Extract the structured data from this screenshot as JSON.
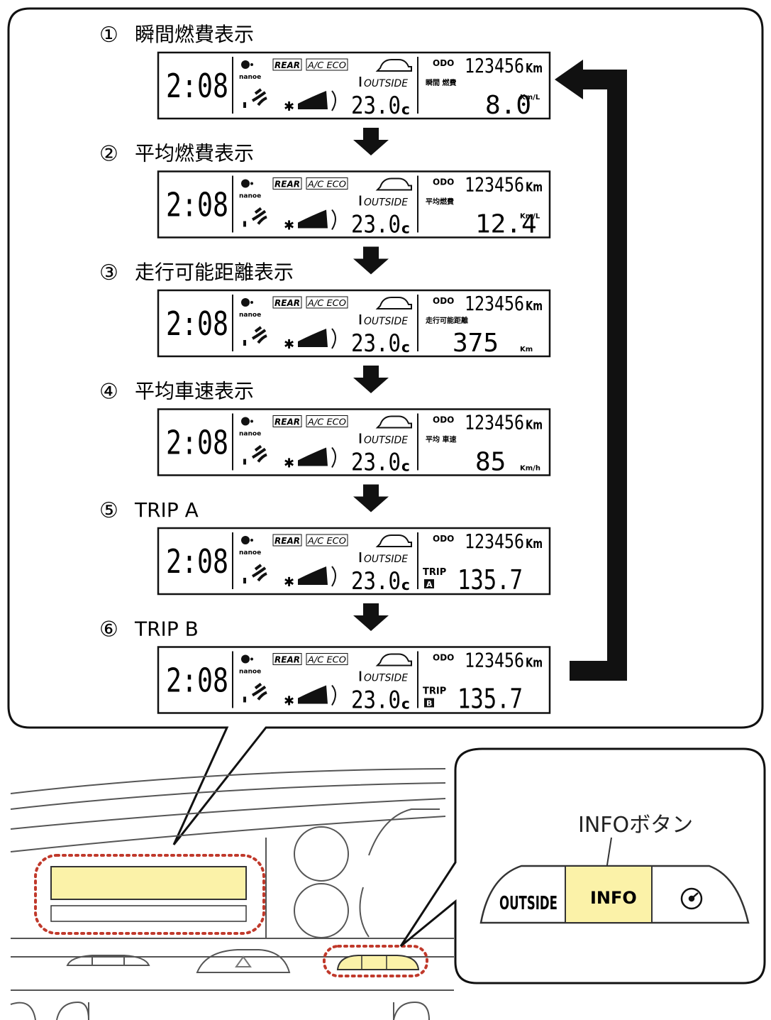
{
  "modes": [
    {
      "number": "①",
      "title": "瞬間燃費表示",
      "right_label": "瞬間 燃費",
      "value": "8.0",
      "unit": "Km/L",
      "trip_badge": ""
    },
    {
      "number": "②",
      "title": "平均燃費表示",
      "right_label": "平均燃費",
      "value": "12.4",
      "unit": "Km/L",
      "trip_badge": ""
    },
    {
      "number": "③",
      "title": "走行可能距離表示",
      "right_label": "走行可能距離",
      "value": "375",
      "unit": "Km",
      "trip_badge": ""
    },
    {
      "number": "④",
      "title": "平均車速表示",
      "right_label": "平均 車速",
      "value": "85",
      "unit": "Km/h",
      "trip_badge": ""
    },
    {
      "number": "⑤",
      "title": "TRIP A",
      "right_label": "",
      "value": "135.7",
      "unit": "",
      "trip_badge": "A"
    },
    {
      "number": "⑥",
      "title": "TRIP B",
      "right_label": "",
      "value": "135.7",
      "unit": "",
      "trip_badge": "B"
    }
  ],
  "display": {
    "clock": "2:08",
    "nanoe": "nanoe",
    "rear": "REAR",
    "ac_eco": "A/C ECO",
    "outside": "OUTSIDE",
    "temperature": "23.0",
    "temp_unit": "c",
    "odo_label": "ODO",
    "odo_value": "123456",
    "odo_unit": "Km",
    "trip_label": "TRIP"
  },
  "buttons": {
    "callout": "INFOボタン",
    "outside": "OUTSIDE",
    "info": "INFO"
  },
  "colors": {
    "highlight": "#fbf2a8",
    "dotted": "#c0392b",
    "arrow": "#111111"
  }
}
